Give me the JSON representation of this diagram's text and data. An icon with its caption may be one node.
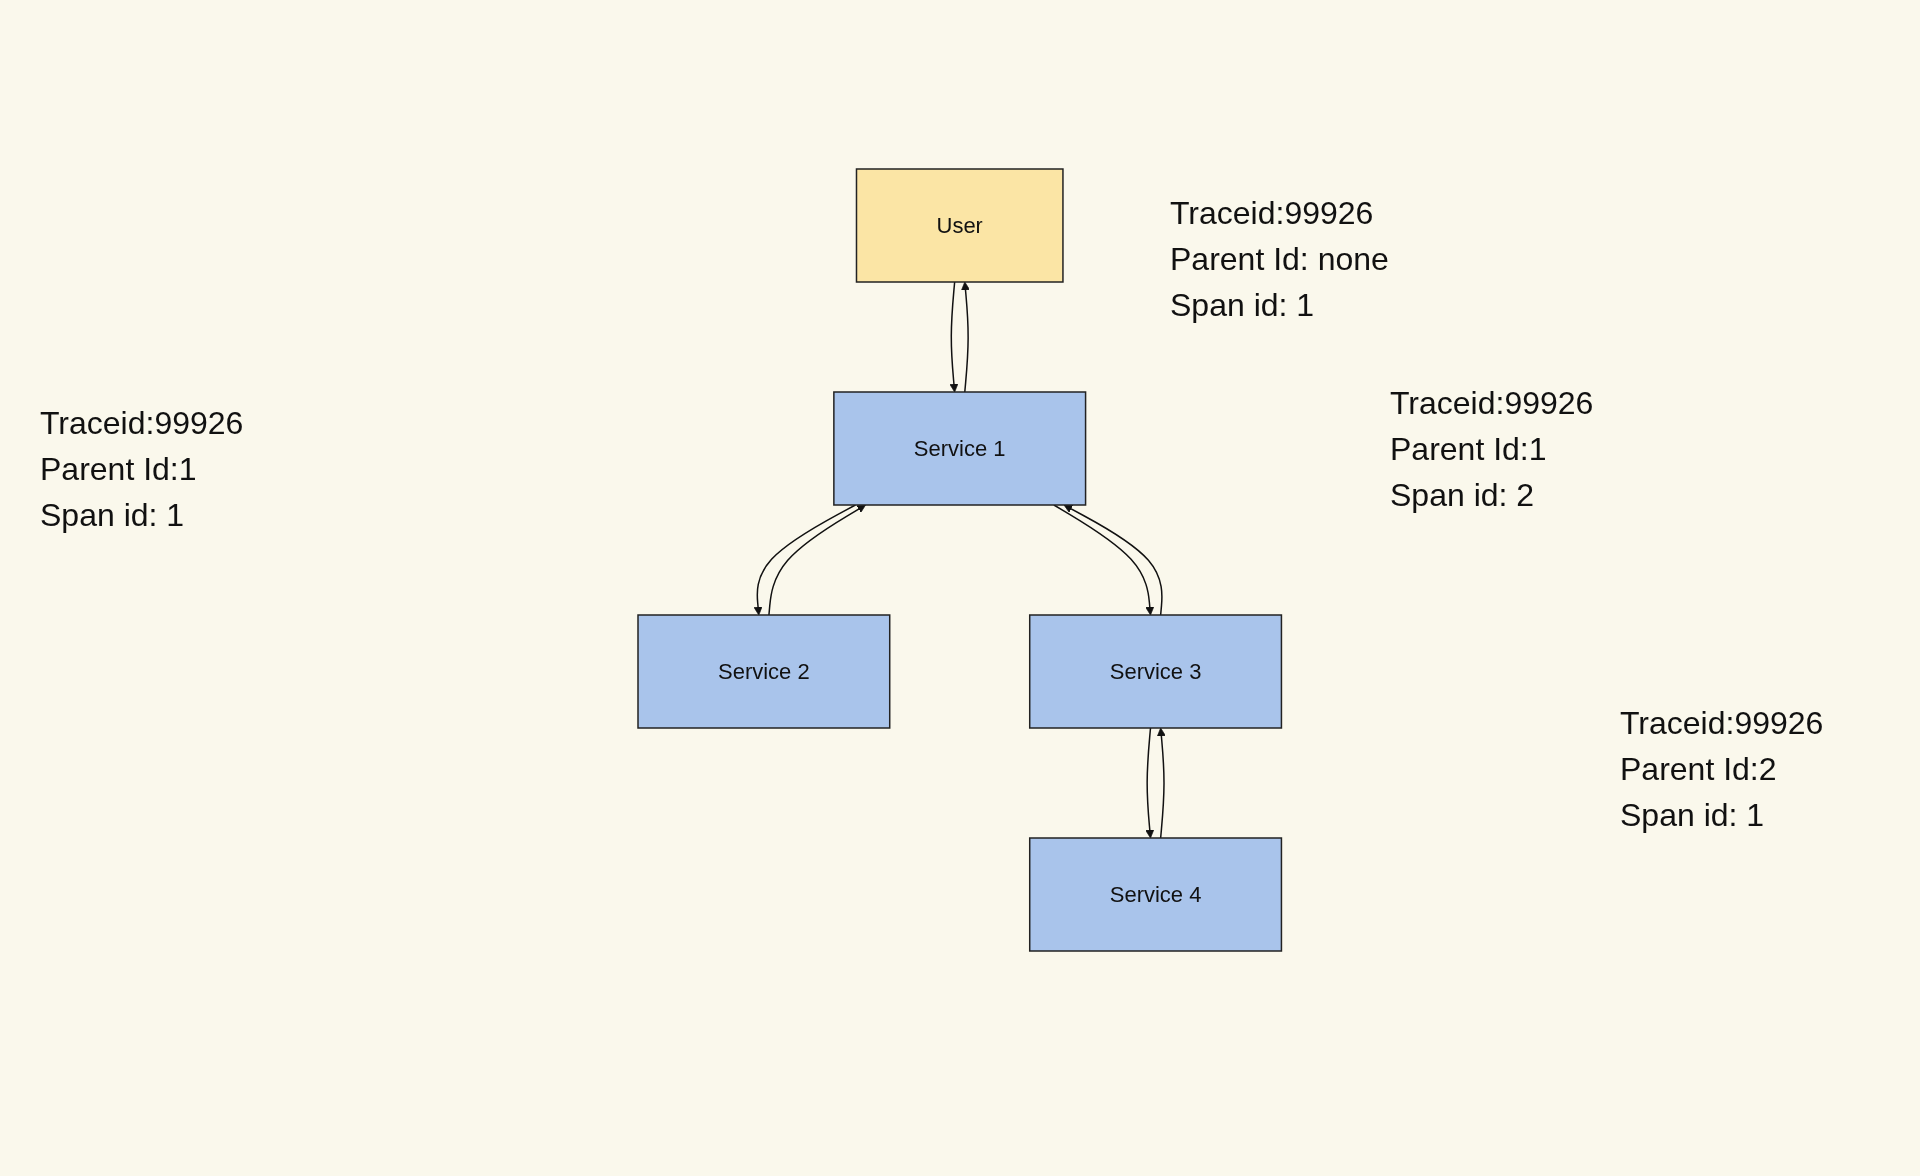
{
  "diagram": {
    "nodes": [
      {
        "text": [
          "User"
        ]
      },
      {
        "text": [
          "Service 1"
        ]
      },
      {
        "text": [
          "Service 2"
        ]
      },
      {
        "text": [
          "Service 3"
        ]
      },
      {
        "text": [
          "Service 4"
        ]
      }
    ],
    "edges": [
      {
        "from": 0,
        "to": 1,
        "arrow": "to"
      },
      {
        "from": 1,
        "to": 0,
        "arrow": "to"
      },
      {
        "from": 1,
        "to": 2,
        "arrow": "to"
      },
      {
        "from": 2,
        "to": 1,
        "arrow": "to"
      },
      {
        "from": 1,
        "to": 3,
        "arrow": "to"
      },
      {
        "from": 3,
        "to": 1,
        "arrow": "to"
      },
      {
        "from": 3,
        "to": 4,
        "arrow": "to"
      },
      {
        "from": 4,
        "to": 3,
        "arrow": "to"
      }
    ],
    "labels": [
      "Traceid:99926",
      "Parent Id: none",
      "Span id: 1",
      "Traceid:99926",
      "Parent Id:1",
      "Span id: 1",
      "Traceid:99926",
      "Parent Id:1",
      "Span id: 2",
      "Traceid:99926",
      "Parent Id:2",
      "Span id: 1"
    ]
  }
}
